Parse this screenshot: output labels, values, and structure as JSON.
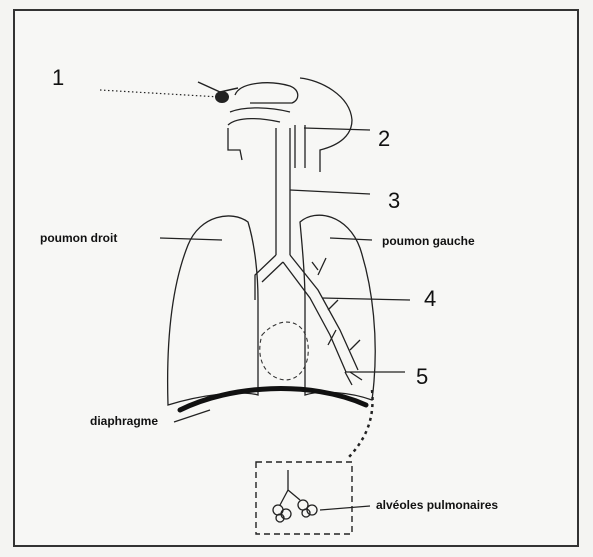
{
  "labels": {
    "n1": "1",
    "n2": "2",
    "n3": "3",
    "n4": "4",
    "n5": "5",
    "poumon_droit": "poumon droit",
    "poumon_gauche": "poumon gauche",
    "diaphragme": "diaphragme",
    "alveoles": "alvéoles pulmonaires"
  },
  "colors": {
    "background": "#f4f4f2",
    "ink": "#222222",
    "diaphragm": "#111111"
  }
}
